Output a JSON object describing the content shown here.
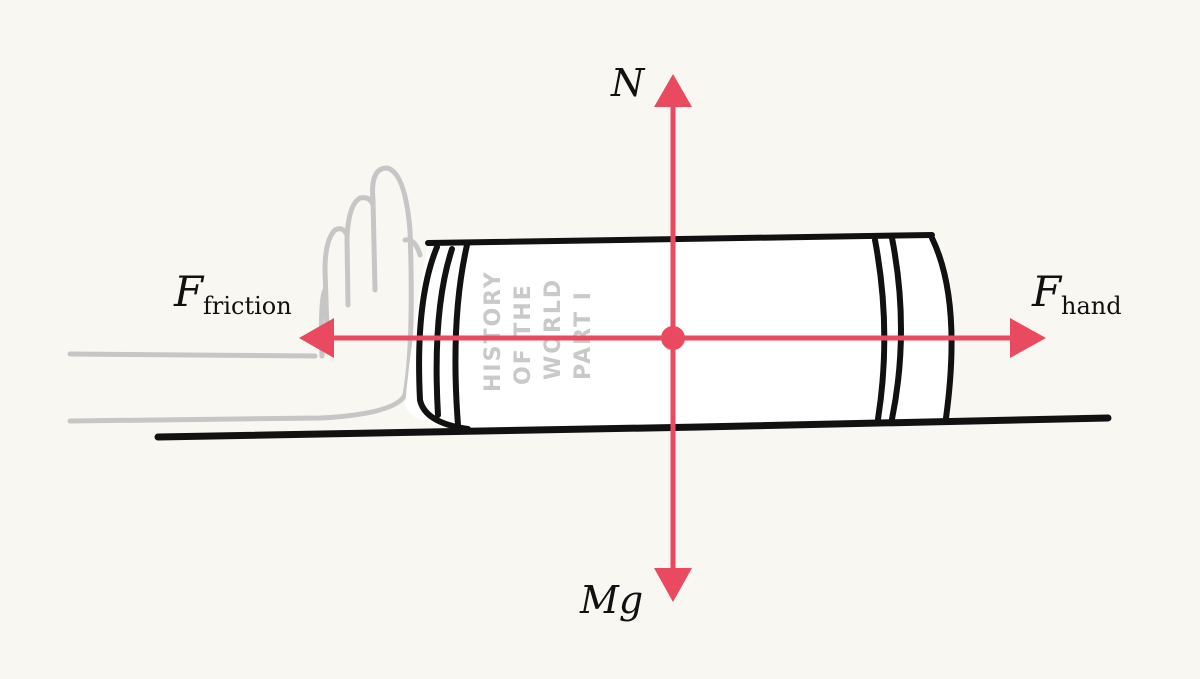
{
  "diagram": {
    "book_spine_lines": [
      "HISTORY",
      "OF THE",
      "WORLD",
      "PART I"
    ],
    "forces": {
      "normal": {
        "symbol": "N"
      },
      "weight": {
        "symbol": "Mg"
      },
      "friction": {
        "symbol": "F",
        "subscript": "friction"
      },
      "hand": {
        "symbol": "F",
        "subscript": "hand"
      }
    }
  },
  "colors": {
    "background": "#f8f7f2",
    "arrow": "#e94a5f",
    "ink": "#111111",
    "hand_sketch": "#c6c6c6",
    "spine_text": "#c9c9c9"
  }
}
